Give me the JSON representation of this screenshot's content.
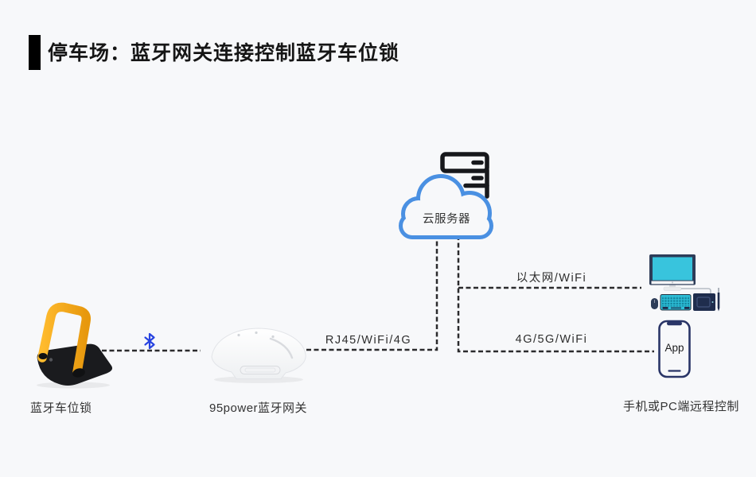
{
  "header": {
    "title": "停车场：蓝牙网关连接控制蓝牙车位锁"
  },
  "diagram": {
    "cloud": {
      "label": "云服务器"
    },
    "links": {
      "rj45": {
        "label": "RJ45/WiFi/4G"
      },
      "ethernet": {
        "label": "以太网/WiFi"
      },
      "cellular": {
        "label": "4G/5G/WiFi"
      }
    },
    "nodes": {
      "lock": {
        "label": "蓝牙车位锁"
      },
      "gateway": {
        "label": "95power蓝牙网关"
      },
      "phone": {
        "screen_label": "App"
      },
      "remote": {
        "label": "手机或PC端远程控制"
      }
    },
    "icons": {
      "bluetooth": "bluetooth-rune",
      "cloud_server": "server-rack-behind-cloud",
      "desktop": "monitor-keyboard-mouse-tablet-pen",
      "phone": "smartphone-outline"
    }
  },
  "colors": {
    "background": "#f7f8fa",
    "cloud_stroke": "#4a90e2",
    "bluetooth_blue": "#2743e0",
    "lock_arm_yellow": "#f2a71f",
    "screen_cyan": "#38c4dd",
    "device_navy": "#2d3c58",
    "dashed_line": "#2b2b2d"
  }
}
